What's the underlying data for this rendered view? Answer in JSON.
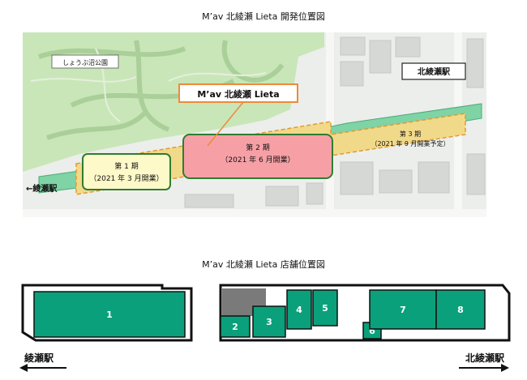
{
  "titles": {
    "dev_map": "M’av 北綾瀬 Lieta 開発位置図",
    "store_map": "M’av 北綾瀬 Lieta 店舗位置図"
  },
  "dev_map": {
    "park_label": "しょうぶ沼公園",
    "brand_callout": "M’av 北綾瀬 Lieta",
    "station_label": "北綾瀬駅",
    "to_ayase": "←綾瀬駅",
    "phase1": {
      "line1": "第 1 期",
      "line2": "（2021 年 3 月開業）"
    },
    "phase2": {
      "line1": "第 2 期",
      "line2": "（2021 年 6 月開業）"
    },
    "phase3": {
      "line1": "第 3 期",
      "line2": "（2021 年 9 月開業予定）"
    }
  },
  "store_map": {
    "units": [
      "1",
      "2",
      "3",
      "4",
      "5",
      "6",
      "7",
      "8"
    ],
    "left_station": "綾瀬駅",
    "right_station": "北綾瀬駅"
  },
  "colors": {
    "store_fill": "#0aa07b",
    "phase1_fill": "#fdf9c8",
    "phase2_fill": "#f6a0a6",
    "zone_fill": "#f1d98a",
    "rail": "#7fd3a5",
    "callout_border": "#ee8a3a"
  }
}
